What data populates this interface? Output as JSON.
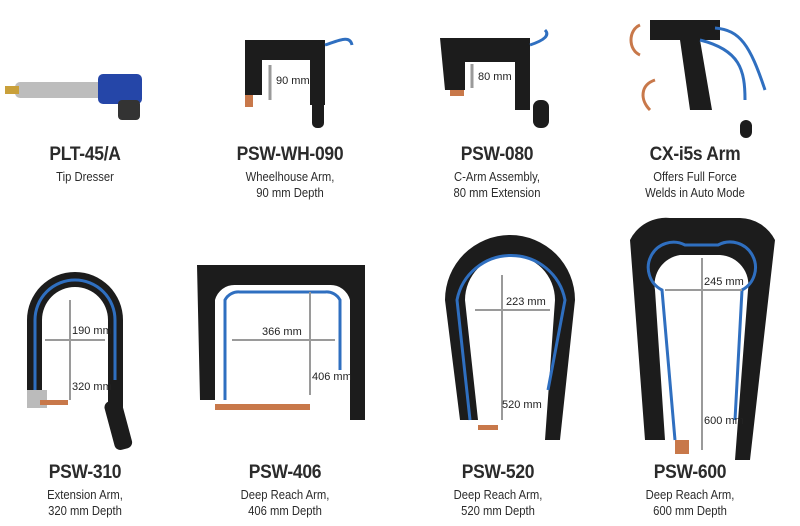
{
  "products": [
    {
      "name": "PLT-45/A",
      "desc": [
        "Tip Dresser"
      ]
    },
    {
      "name": "PSW-WH-090",
      "desc": [
        "Wheelhouse Arm,",
        "90 mm Depth"
      ],
      "dims": [
        "90 mm"
      ]
    },
    {
      "name": "PSW-080",
      "desc": [
        "C-Arm Assembly,",
        "80 mm Extension"
      ],
      "dims": [
        "80 mm"
      ]
    },
    {
      "name": "CX-i5s Arm",
      "desc": [
        "Offers Full Force",
        "Welds in Auto Mode"
      ]
    },
    {
      "name": "PSW-310",
      "desc": [
        "Extension Arm,",
        "320 mm Depth"
      ],
      "dims": [
        "190 mm",
        "320 mm"
      ]
    },
    {
      "name": "PSW-406",
      "desc": [
        "Deep Reach Arm,",
        "406 mm Depth"
      ],
      "dims": [
        "366 mm",
        "406 mm"
      ]
    },
    {
      "name": "PSW-520",
      "desc": [
        "Deep Reach Arm,",
        "520 mm Depth"
      ],
      "dims": [
        "223 mm",
        "520 mm"
      ]
    },
    {
      "name": "PSW-600",
      "desc": [
        "Deep Reach Arm,",
        "600 mm Depth"
      ],
      "dims": [
        "245 mm",
        "600 mm"
      ]
    }
  ],
  "colors": {
    "arm": "#1c1c1c",
    "hose": "#2f6fc0",
    "tip": "#c8784a",
    "text": "#2b2b2b",
    "dimension": "#9a9a9a"
  }
}
